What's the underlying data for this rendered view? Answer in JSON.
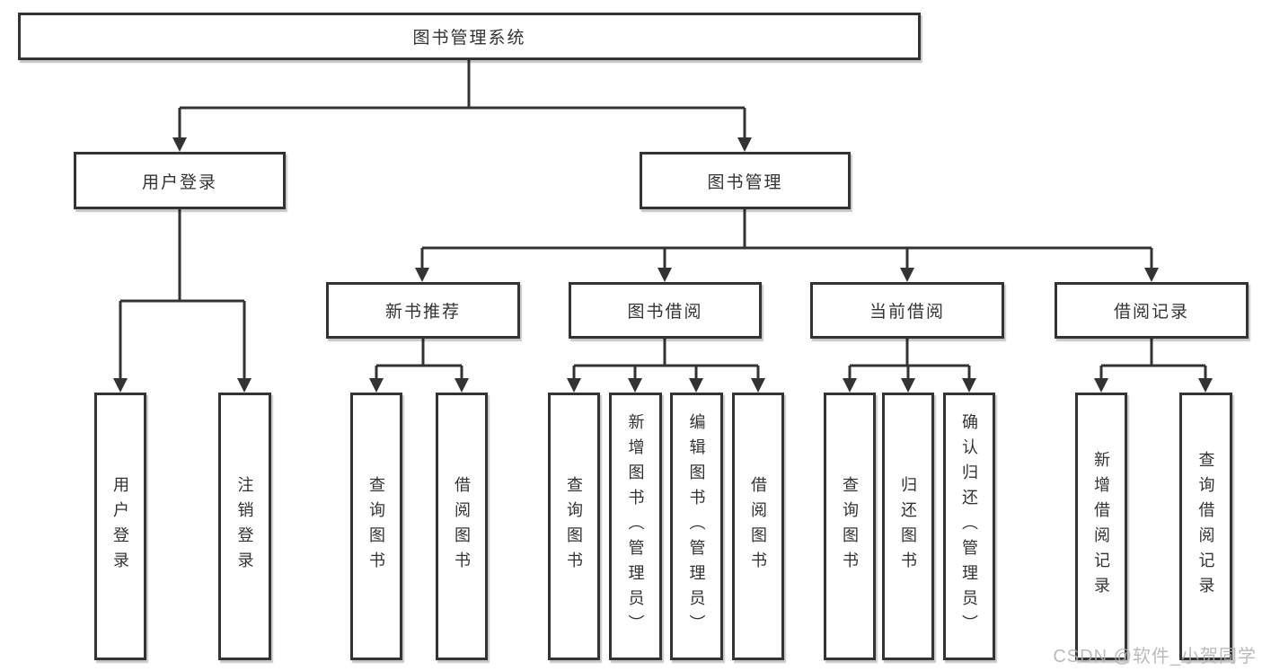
{
  "diagram": {
    "root": {
      "label": "图书管理系统"
    },
    "branches": [
      {
        "label": "用户登录",
        "children": [
          {
            "label": "用户登录"
          },
          {
            "label": "注销登录"
          }
        ]
      },
      {
        "label": "图书管理",
        "children": [
          {
            "label": "新书推荐",
            "children": [
              {
                "label": "查询图书"
              },
              {
                "label": "借阅图书"
              }
            ]
          },
          {
            "label": "图书借阅",
            "children": [
              {
                "label": "查询图书"
              },
              {
                "label": "新增图书（管理员）"
              },
              {
                "label": "编辑图书（管理员）"
              },
              {
                "label": "借阅图书"
              }
            ]
          },
          {
            "label": "当前借阅",
            "children": [
              {
                "label": "查询图书"
              },
              {
                "label": "归还图书"
              },
              {
                "label": "确认归还（管理员）"
              }
            ]
          },
          {
            "label": "借阅记录",
            "children": [
              {
                "label": "新增借阅记录"
              },
              {
                "label": "查询借阅记录"
              }
            ]
          }
        ]
      }
    ]
  },
  "watermark": {
    "text": "CSDN @软件_小贺同学"
  },
  "colors": {
    "line": "#333333",
    "text": "#333333",
    "box_background": "#ffffff",
    "watermark": "#afafaf"
  }
}
